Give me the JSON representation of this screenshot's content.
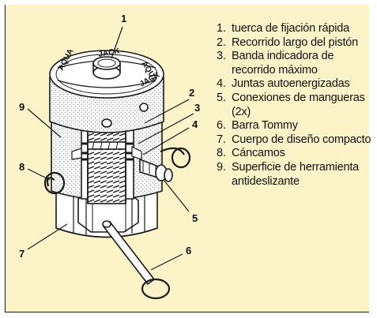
{
  "callouts": [
    "1",
    "2",
    "3",
    "4",
    "5",
    "6",
    "7",
    "8",
    "9"
  ],
  "engraving": {
    "top_left": "AQUA",
    "top": "JACK",
    "right": "AQUA",
    "bottom": "JACK"
  },
  "legend": [
    {
      "num": "1.",
      "text": "tuerca de fijación rápida"
    },
    {
      "num": "2.",
      "text": "Recorrido largo del pistón"
    },
    {
      "num": "3.",
      "text": "Banda indicadora de recorrido máximo"
    },
    {
      "num": "4.",
      "text": "Juntas autoenergizadas"
    },
    {
      "num": "5.",
      "text": "Conexiones de mangueras (2x)"
    },
    {
      "num": "6.",
      "text": "Barra Tommy"
    },
    {
      "num": "7.",
      "text": "Cuerpo de diseño compacto"
    },
    {
      "num": "8.",
      "text": "Cáncamos"
    },
    {
      "num": "9.",
      "text": "Superficie de herramienta antideslizante"
    }
  ],
  "colors": {
    "panel_background": "#fdf3c8",
    "line": "#1a1a1a",
    "metal": "#ffffff",
    "texture": "#b5b5b5"
  }
}
